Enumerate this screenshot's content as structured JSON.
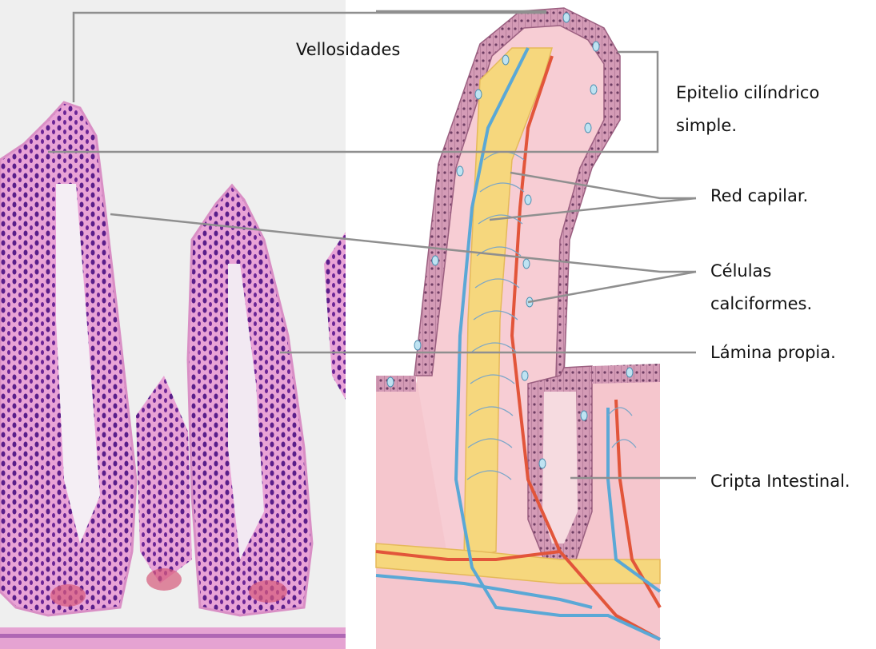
{
  "labels": {
    "vellosidades": "Vellosidades",
    "epitelio_line1": "Epitelio cilíndrico",
    "epitelio_line2": "simple.",
    "red_capilar": "Red capilar.",
    "celulas_line1": "Células",
    "celulas_line2": "calciformes.",
    "lamina_propia": "Lámina propia.",
    "cripta_intestinal": "Cripta Intestinal."
  },
  "colors": {
    "histology_pink": "#e9a3d6",
    "histology_nuclei": "#5a1e8a",
    "background_panel": "#efefef",
    "tissue_pink": "#f5c6cd",
    "epithelium": "#c98aa8",
    "lacteal_yellow": "#f6d77d",
    "artery_red": "#e2553a",
    "vein_blue": "#5aa8d6",
    "leader_line": "#8f8f8f"
  }
}
